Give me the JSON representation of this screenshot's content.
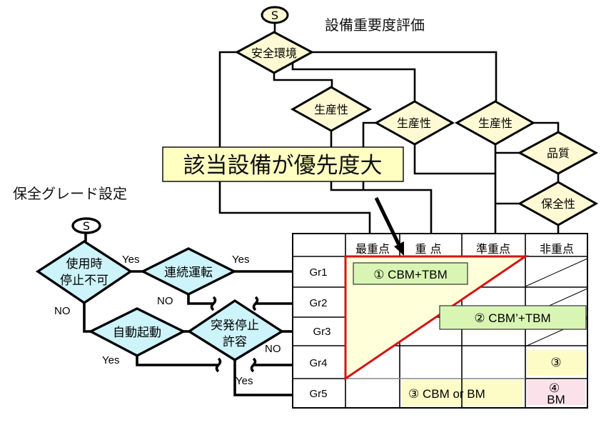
{
  "importance_evaluation": {
    "title": "設備重要度評価",
    "start": "S",
    "nodes": {
      "safety_environment": "安全環境",
      "productivity_1": "生産性",
      "productivity_2": "生産性",
      "productivity_3": "生産性",
      "quality": "品質",
      "maintainability": "保全性"
    },
    "callout": "該当設備が優先度大"
  },
  "grade_setting": {
    "title": "保全グレード設定",
    "start": "S",
    "nodes": {
      "stop_not_allowed": [
        "使用時",
        "停止不可"
      ],
      "continuous_operation": [
        "連続運転"
      ],
      "auto_start": [
        "自動起動"
      ],
      "sudden_stop_allowed": [
        "突発停止",
        "許容"
      ]
    },
    "branches": {
      "stop_not_allowed_yes": "Yes",
      "continuous_operation_yes": "Yes",
      "continuous_operation_no": "NO",
      "stop_not_allowed_no": "NO",
      "auto_start_yes": "Yes",
      "sudden_stop_no": "NO",
      "sudden_stop_yes": "Yes"
    }
  },
  "matrix": {
    "columns": [
      "最重点",
      "重 点",
      "準重点",
      "非重点"
    ],
    "rows": [
      "Gr1",
      "Gr2",
      "Gr3",
      "Gr4",
      "Gr5"
    ],
    "strategies": {
      "s1": "① CBM+TBM",
      "s2": "② CBM’+TBM",
      "s3_gr4": "③",
      "s3_gr5": "③ CBM or BM",
      "s4": [
        "④",
        "BM"
      ]
    }
  },
  "colors": {
    "decision_yellow": "#fffad4",
    "decision_cyan": "#ccf4fa",
    "callout_fill": "#ffffc2",
    "triangle_fill": "#ffffda",
    "triangle_stroke": "#d21515",
    "strategy_green": "#d9f5b3",
    "strategy_yellow": "#fdfbc6",
    "strategy_pink": "#fbe2ea"
  }
}
